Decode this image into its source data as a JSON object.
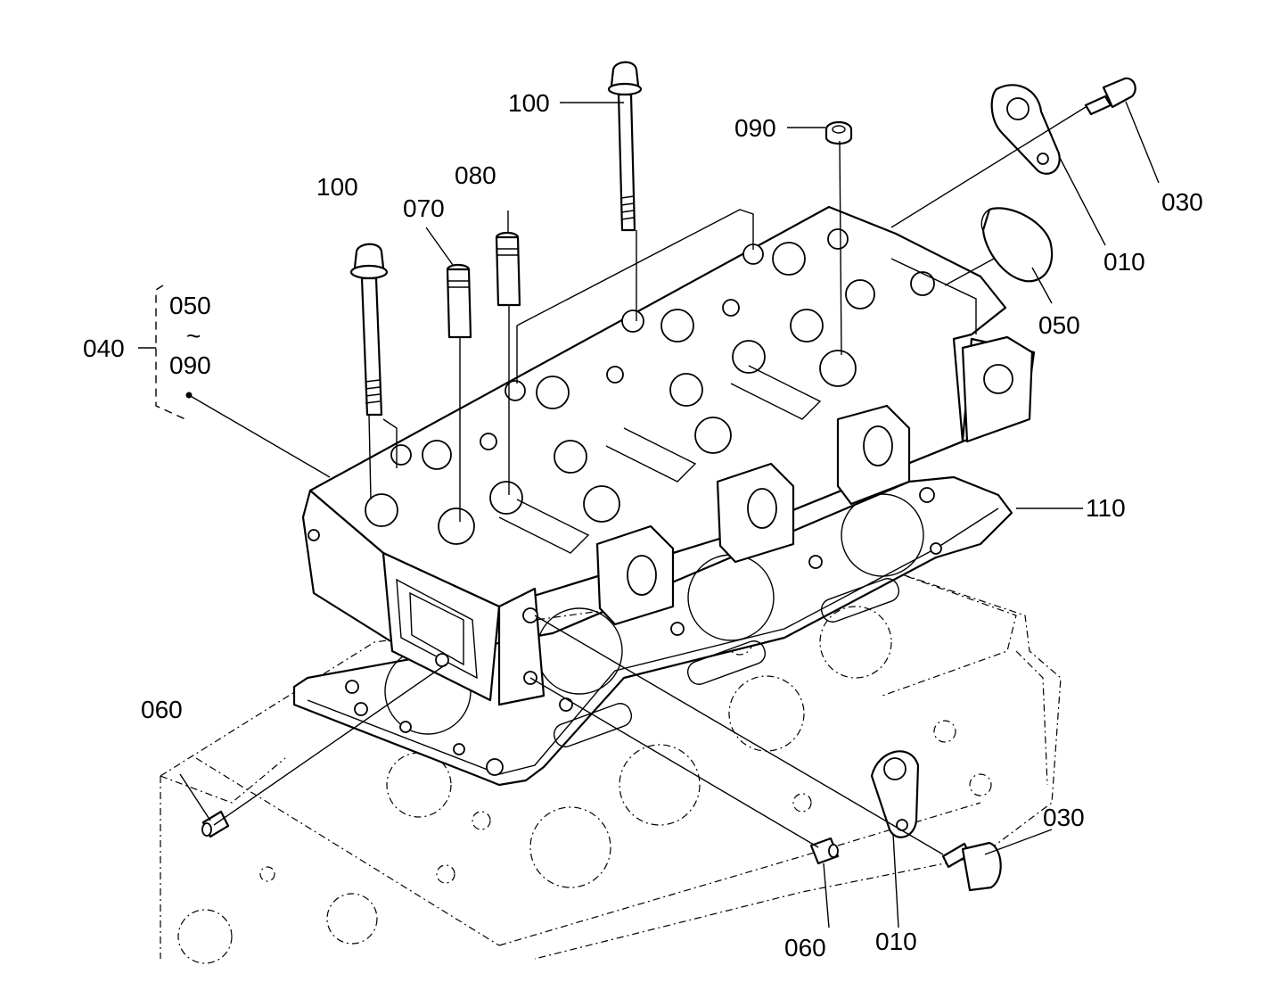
{
  "labels": {
    "l100a": "100",
    "l100b": "100",
    "l090top": "090",
    "l080": "080",
    "l070": "070",
    "l030top": "030",
    "l010top": "010",
    "l050right": "050",
    "l050group": "050",
    "tilde": "~",
    "l090group": "090",
    "l040": "040",
    "l110": "110",
    "l060left": "060",
    "l060bottom": "060",
    "l010bottom": "010",
    "l030bottom": "030"
  },
  "colors": {
    "line": "#000000",
    "background": "#ffffff"
  }
}
